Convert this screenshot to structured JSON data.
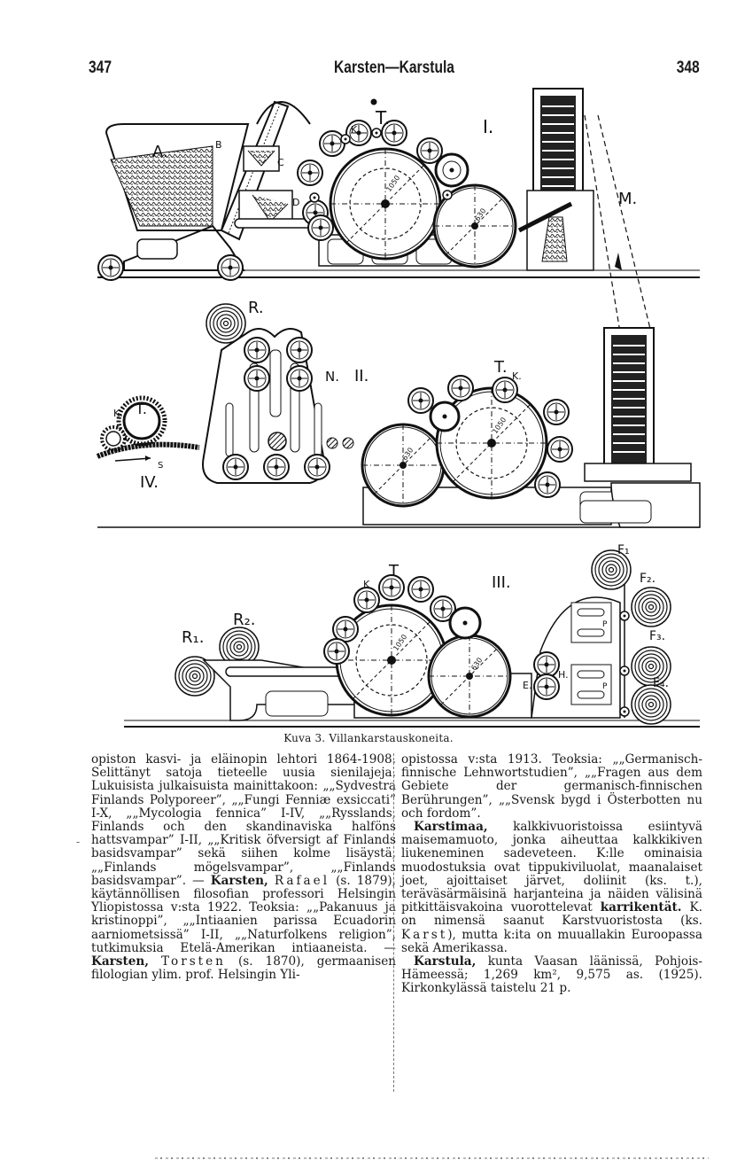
{
  "header": {
    "page_left": "347",
    "title": "Karsten—Karstula",
    "page_right": "348"
  },
  "figure": {
    "caption": "Kuva 3.  Villankarstauskoneita.",
    "labels": {
      "A": "A.",
      "B": "B",
      "C": "C",
      "D": "D",
      "T1": "T.",
      "K1": "K.",
      "I": "I.",
      "M": "M.",
      "R": "R.",
      "N": "N.",
      "II": "II.",
      "T2": "T.",
      "K2": "K.",
      "K4": "K.",
      "T4": "T.",
      "S": "S",
      "IV": "IV.",
      "T3": "T",
      "K3": "K",
      "III": "III.",
      "R1": "R₁.",
      "R2": "R₂.",
      "F1": "F₁",
      "F2": "F₂.",
      "F3": "F₃.",
      "F4": "F₄.",
      "H": "H.",
      "E": "E.",
      "P1": "P",
      "P2": "P"
    },
    "dims": {
      "large_drum": "1050",
      "small_drum": "630"
    }
  },
  "columns": {
    "left": {
      "p1": "opiston kasvi- ja eläinopin lehtori 1864-1908. Selittänyt satoja tieteelle uusia sienilajeja. Lukuisista julkaisuista mainittakoon: „„Sydvestra Finlands Polyporeer”, „„Fungi Fenniæ exsiccati” I-X, „„Mycologia fennica” I-IV, „„Rysslands, Finlands och den skandinaviska halföns hattsvampar” I-II, „„Kritisk öfversigt af Finlands basidsvampar” sekä siihen kolme lisäystä, „„Finlands mögelsvampar”, „„Finlands basidsvampar”. — ",
      "entry2_head": "Karsten,",
      "entry2_name": "Rafael",
      "p2": " (s. 1879), käytännöllisen filosofian professori Helsingin Yliopistossa v:sta 1922. Teoksia: „„Pakanuus ja kristinoppi”, „„Intiaanien parissa Ecuadorin aarniometsissä” I-II, „„Naturfolkens religion”, tutkimuksia Etelä-Amerikan intiaaneista. — ",
      "entry3_head": "Karsten,",
      "entry3_name": "Torsten",
      "p3": " (s. 1870), germaanisen filologian ylim. prof. Helsingin Yli-"
    },
    "right": {
      "p1": "opistossa v:sta 1913. Teoksia: „„Germanisch-finnische Lehnwortstudien”, „„Fragen aus dem Gebiete der germanisch-finnischen Berührungen”, „„Svensk bygd i Österbotten nu och fordom”.",
      "entry_karstimaa_head": "Karstimaa,",
      "karstimaa_text1": " kalkkivuoristoissa esiintyvä maisemamuoto, jonka aiheuttaa kalkkikiven liukeneminen sadeveteen. K:lle ominaisia muodostuksia ovat tippukiviluolat, maanalaiset joet, ajoittaiset järvet, doliinit (ks. t.), teräväsärmäisinä harjanteina ja näiden välisinä pitkittäisvakoina vuorottelevat ",
      "karstimaa_bold": "karrikentät.",
      "karstimaa_text2": " K. on nimensä saanut Karstvuoristosta (ks. ",
      "karstimaa_ref": "Karst",
      "karstimaa_text3": "), mutta k:ita on muuallakin Euroopassa sekä Amerikassa.",
      "entry_karstula_head": "Karstula,",
      "karstula_text": " kunta Vaasan läänissä, Pohjois-Hämeessä; 1,269 km², 9,575 as. (1925). Kirkonkylässä taistelu 21 p."
    }
  },
  "margin_mark": "-"
}
